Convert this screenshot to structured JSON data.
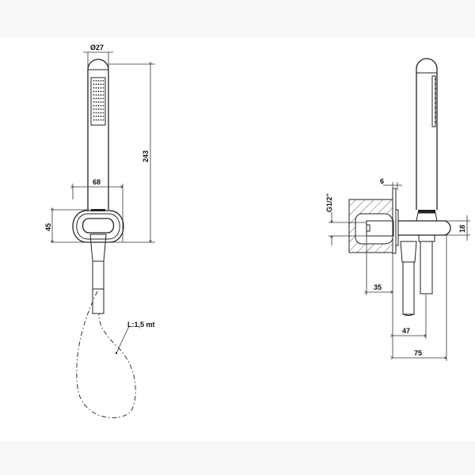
{
  "drawing": {
    "front_view": {
      "dimensions": {
        "diameter": "Ø27",
        "height": "243",
        "bracket_width": "68",
        "bracket_height": "45"
      },
      "hose_label": "L:1,5 mt"
    },
    "side_view": {
      "dimensions": {
        "thread": "G1/2\"",
        "flange_thickness": "6",
        "outlet_height": "18",
        "wall_depth": "35",
        "hose_offset": "47",
        "total_projection": "75"
      }
    }
  },
  "colors": {
    "background": "#ffffff",
    "band": "#f8f8f8",
    "line": "#222222"
  }
}
